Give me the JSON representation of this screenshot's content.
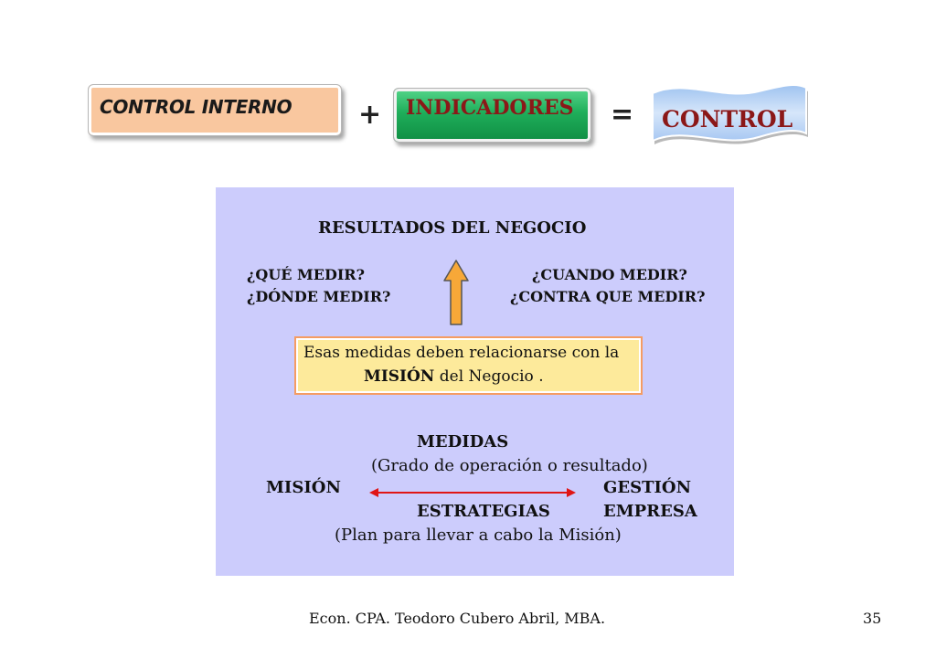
{
  "header": {
    "control_interno": "CONTROL INTERNO",
    "plus": "+",
    "indicadores": "INDICADORES",
    "equals": "=",
    "control": "CONTROL"
  },
  "panel": {
    "title": "RESULTADOS  DEL NEGOCIO",
    "que_medir": "¿QUÉ MEDIR?",
    "donde_medir": "¿DÓNDE MEDIR?",
    "cuando_medir": "¿CUANDO MEDIR?",
    "contra_que_medir": "¿CONTRA QUE MEDIR?",
    "message_line1": "Esas medidas deben relacionarse con la",
    "message_mision": "MISIÓN",
    "message_rest": " del Negocio .",
    "medidas": "MEDIDAS",
    "medidas_desc": "(Grado de operación o resultado)",
    "mision": "MISIÓN",
    "gestion": "GESTIÓN",
    "estrategias": "ESTRATEGIAS",
    "empresa": "EMPRESA",
    "estrategias_desc": "(Plan para llevar a cabo la Misión)"
  },
  "footer": {
    "author": "Econ. CPA. Teodoro Cubero Abril, MBA.",
    "page_number": "35"
  },
  "colors": {
    "panel_bg": "#ccccfc",
    "accent_red": "#8b1818",
    "arrow_orange": "#f7a838",
    "message_bg": "#fdea9b"
  }
}
